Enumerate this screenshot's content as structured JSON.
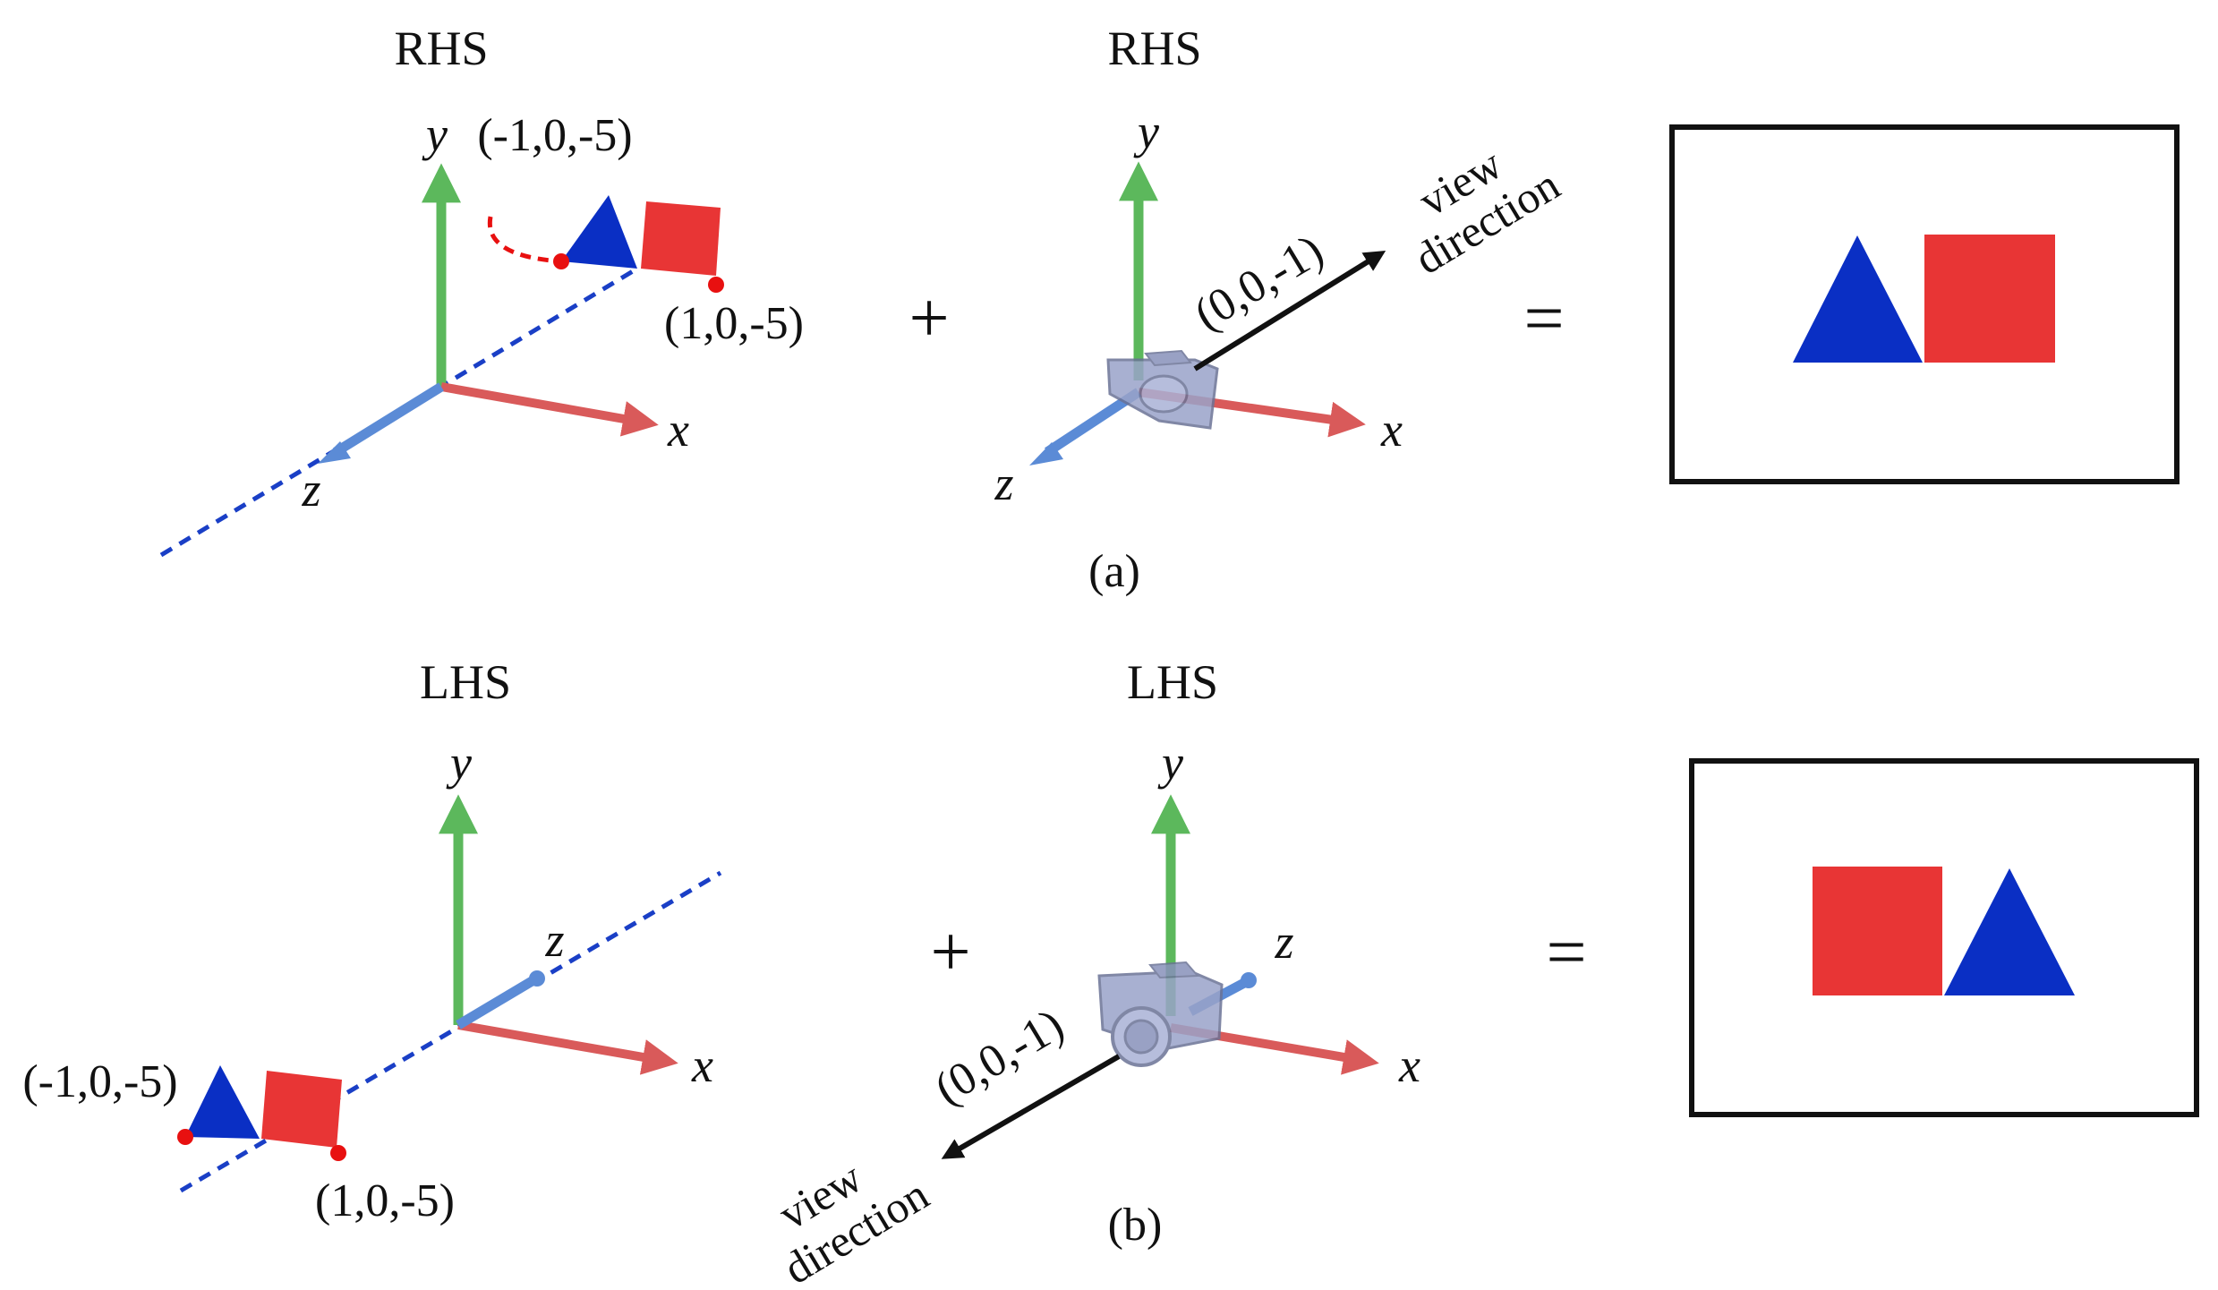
{
  "colors": {
    "x_axis": "#d95a5a",
    "y_axis": "#5cb85c",
    "z_axis": "#5b8bd6",
    "triangle": "#0a2fc4",
    "square": "#e83535",
    "point": "#e81010",
    "dashed_z": "#1a3fc6",
    "dashed_arc": "#e81010",
    "view_arrow": "#111111",
    "frame": "#111111",
    "camera": "#9aa3c9"
  },
  "icons": {
    "camera": "camera-icon",
    "triangle": "triangle-shape",
    "square": "square-shape"
  },
  "panel_a": {
    "left_title": "RHS",
    "right_title": "RHS",
    "plus": "+",
    "equals": "=",
    "caption": "(a)",
    "point_left_label": "(-1,0,-5)",
    "point_right_label": "(1,0,-5)",
    "view_vector_label": "(0,0,-1)",
    "view_word_1": "view",
    "view_word_2": "direction",
    "axes": {
      "x": "x",
      "y": "y",
      "z": "z"
    },
    "result_order": [
      "triangle",
      "square"
    ]
  },
  "panel_b": {
    "left_title": "LHS",
    "right_title": "LHS",
    "plus": "+",
    "equals": "=",
    "caption": "(b)",
    "point_left_label": "(-1,0,-5)",
    "point_right_label": "(1,0,-5)",
    "view_vector_label": "(0,0,-1)",
    "view_word_1": "view",
    "view_word_2": "direction",
    "axes": {
      "x": "x",
      "y": "y",
      "z": "z"
    },
    "result_order": [
      "square",
      "triangle"
    ]
  }
}
